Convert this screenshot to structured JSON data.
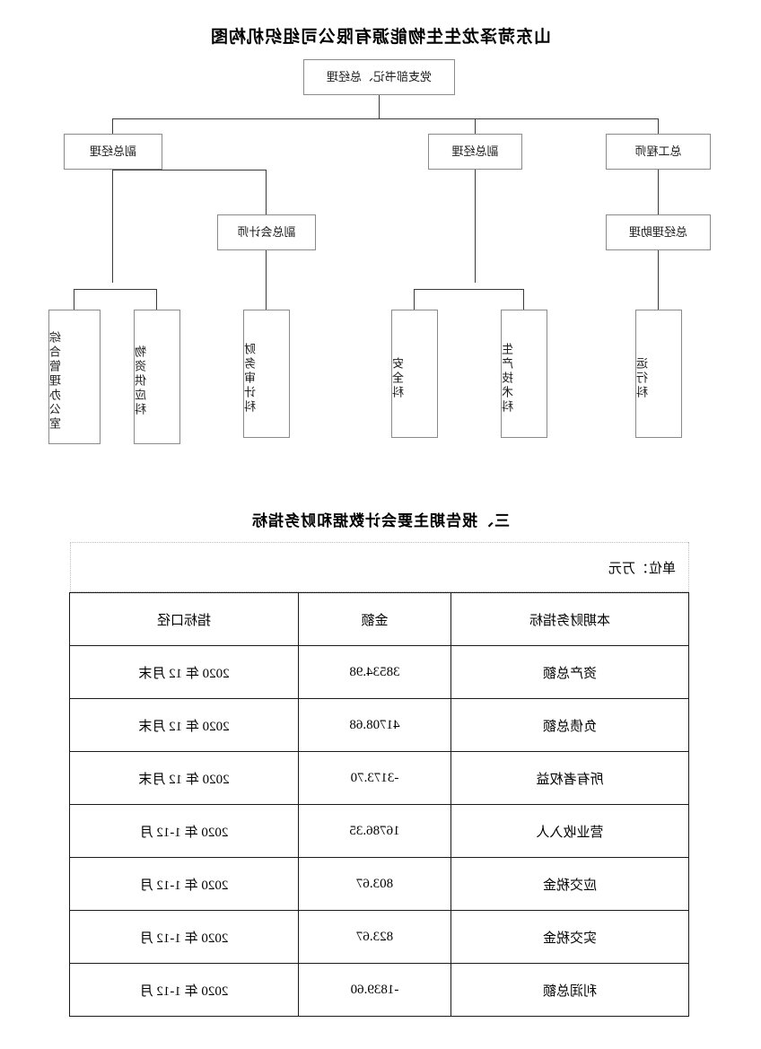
{
  "org_chart": {
    "title": "山东菏泽龙生生物能源有限公司组织机构图",
    "level1": {
      "label": "党支部书记、总经理"
    },
    "level2": [
      {
        "label": "总工程师"
      },
      {
        "label": "副总经理"
      },
      {
        "label": "副总经理"
      }
    ],
    "level3": [
      {
        "label": "总经理助理"
      },
      {
        "label": "副总会计师"
      }
    ],
    "departments": [
      {
        "label": "运行科"
      },
      {
        "label": "生产技术科"
      },
      {
        "label": "安全科"
      },
      {
        "label": "财务审计科"
      },
      {
        "label": "物资供应科"
      },
      {
        "label": "综合管理办公室"
      }
    ]
  },
  "section": {
    "heading": "三、报告期主要会计数据和财务指标",
    "unit": "单位：万元",
    "table": {
      "headers": [
        "本期财务指标",
        "金额",
        "指标口径"
      ],
      "rows": [
        {
          "metric": "资产总额",
          "amount": "38534.98",
          "caliber": "2020 年 12 月末"
        },
        {
          "metric": "负债总额",
          "amount": "41708.68",
          "caliber": "2020 年 12 月末"
        },
        {
          "metric": "所有者权益",
          "amount": "-3173.70",
          "caliber": "2020 年 12 月末"
        },
        {
          "metric": "营业收入人",
          "amount": "16786.35",
          "caliber": "2020 年 1-12 月"
        },
        {
          "metric": "应交税金",
          "amount": "803.67",
          "caliber": "2020 年 1-12 月"
        },
        {
          "metric": "实交税金",
          "amount": "823.67",
          "caliber": "2020 年 1-12 月"
        },
        {
          "metric": "利润总额",
          "amount": "-1839.60",
          "caliber": "2020 年 1-12 月"
        }
      ]
    }
  },
  "colors": {
    "text": "#000000",
    "node_border": "#8a8a8a",
    "table_border": "#1a1a1a",
    "unit_border": "#bdbdbd"
  }
}
